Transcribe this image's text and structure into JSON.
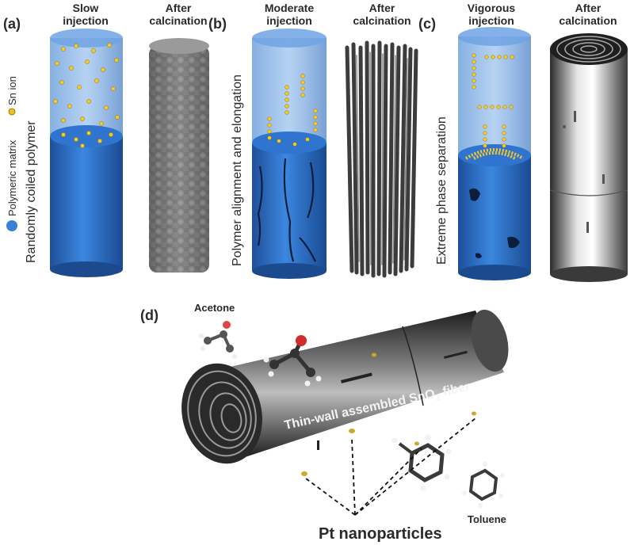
{
  "panels": [
    {
      "letter": "(a)",
      "stage_line1": "Slow",
      "stage_line2": "injection",
      "after_line1": "After",
      "after_line2": "calcination",
      "side_label": "Randomly coiled polymer"
    },
    {
      "letter": "(b)",
      "stage_line1": "Moderate",
      "stage_line2": "injection",
      "after_line1": "After",
      "after_line2": "calcination",
      "side_label": "Polymer alignment and elongation"
    },
    {
      "letter": "(c)",
      "stage_line1": "Vigorous",
      "stage_line2": "injection",
      "after_line1": "After",
      "after_line2": "calcination",
      "side_label": "Extreme phase separation"
    }
  ],
  "legend": {
    "polymer_label": "Polymeric matrix",
    "polymer_color": "#3b7fd6",
    "ion_label": "Sn ion",
    "ion_color": "#e8c020"
  },
  "panel_d": {
    "letter": "(d)",
    "molecule_1": "Acetone",
    "molecule_2": "Toluene",
    "fiber_label_prefix": "Thin-wall assembled SnO",
    "fiber_label_sub": "2",
    "fiber_label_suffix": " fiber",
    "particles_label": "Pt nanoparticles"
  },
  "colors": {
    "matrix_blue": "#2a6ec8",
    "matrix_dark": "#1e4f9a",
    "oxide_gray": "#8a8a8a",
    "fiber_dark": "#2c2c2c",
    "pt_yellow": "#c9a82a"
  }
}
